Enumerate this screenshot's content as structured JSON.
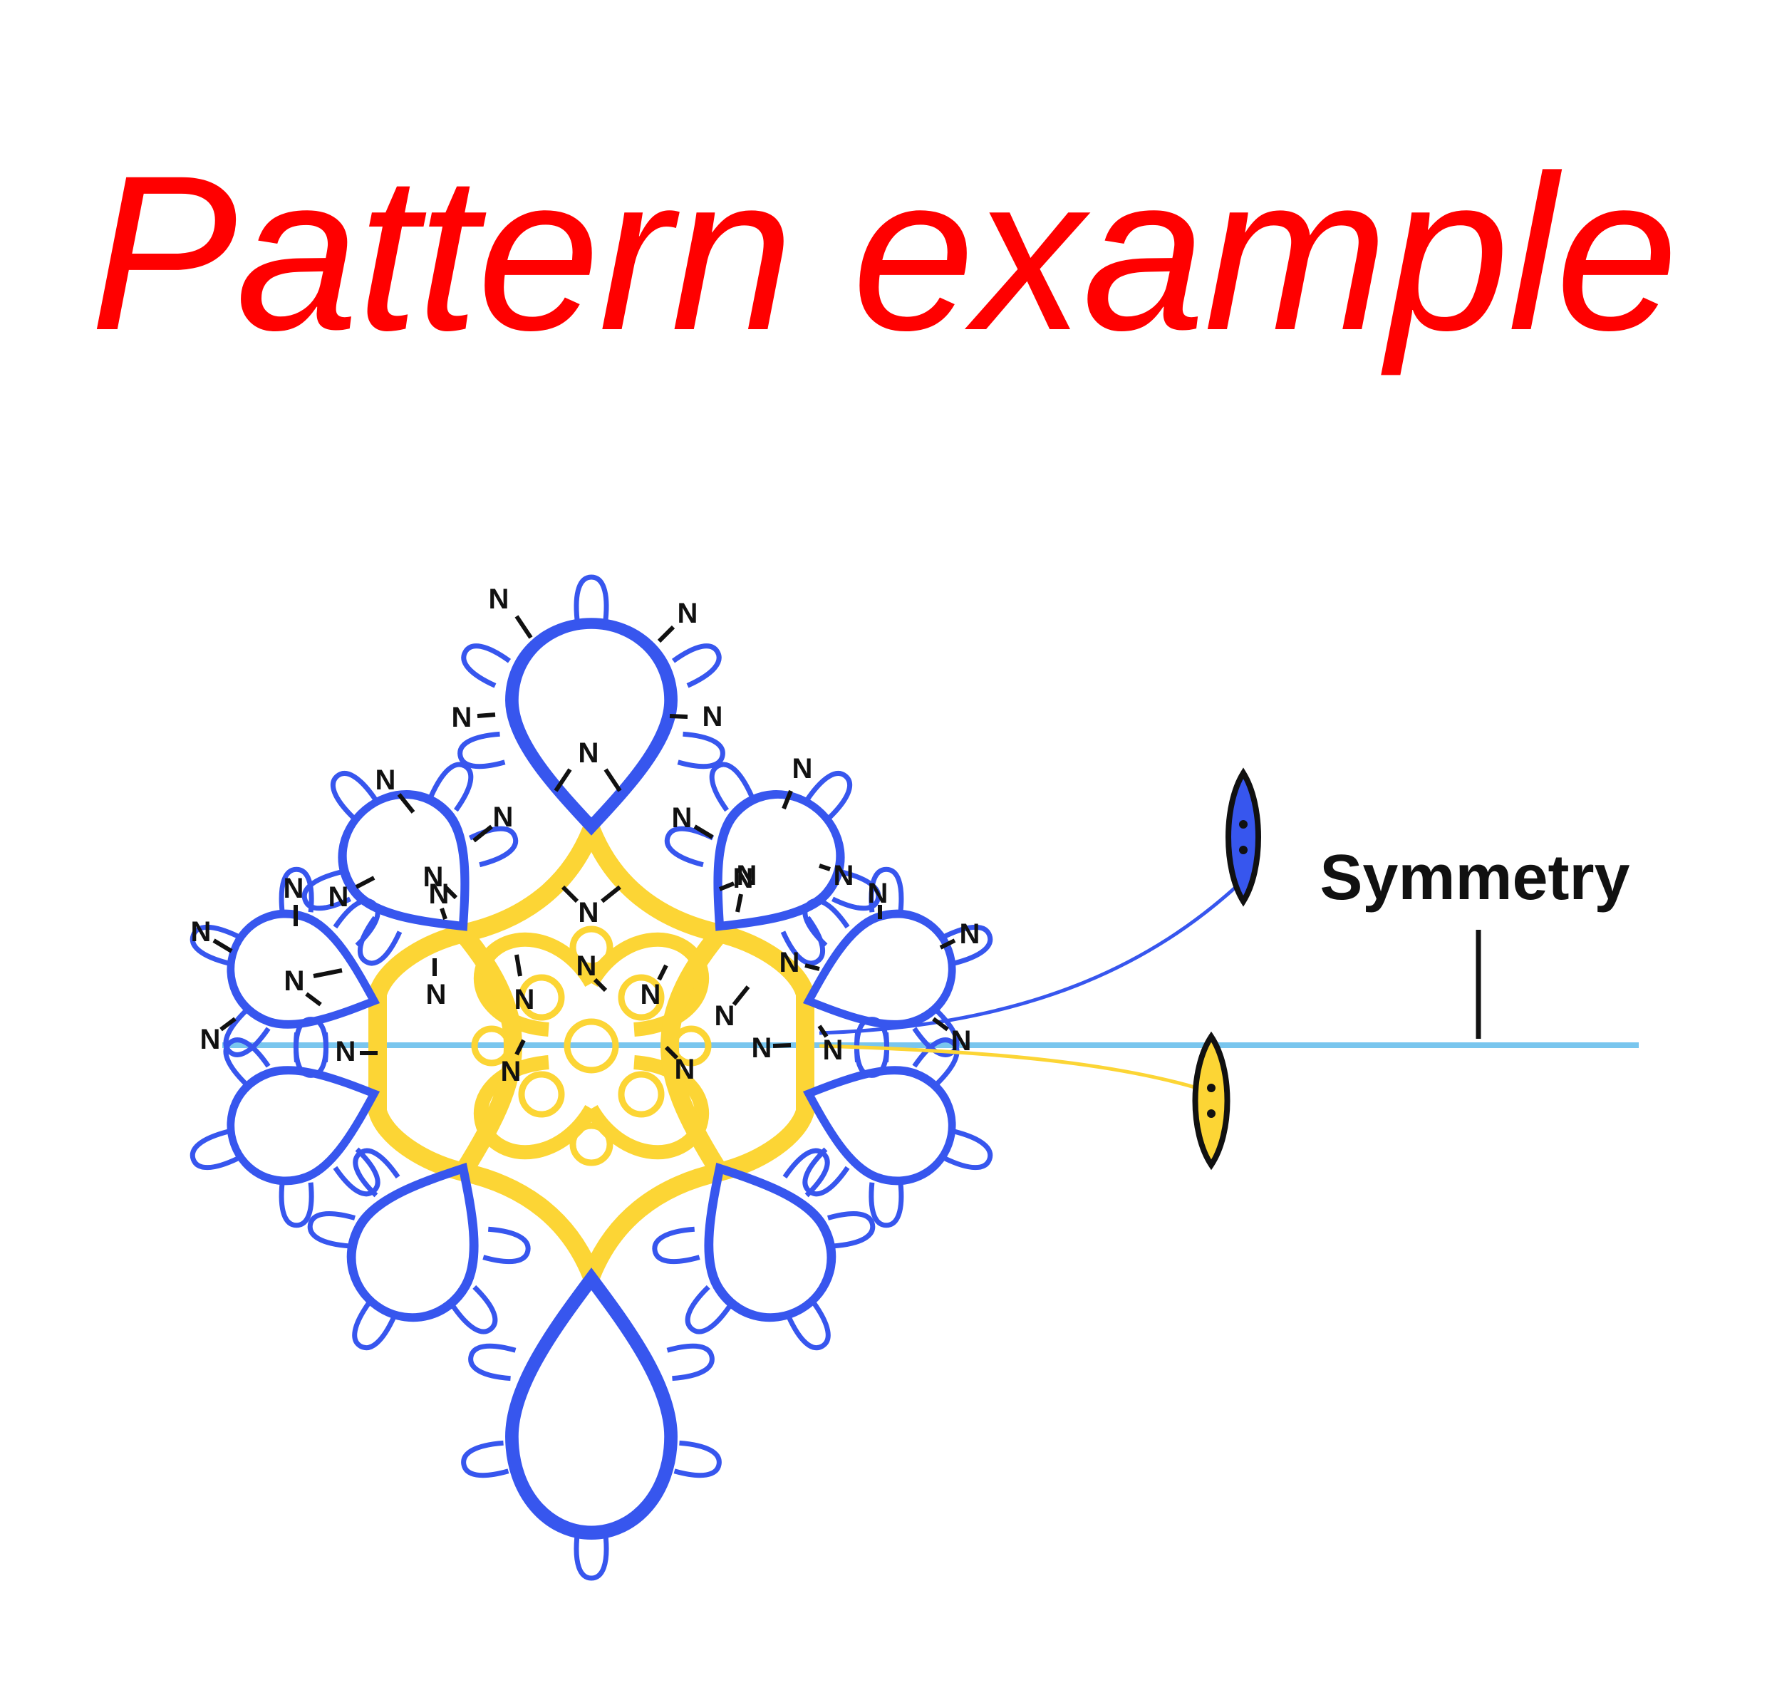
{
  "title": "Pattern example",
  "symmetry_label": "Symmetry",
  "node_label": "N",
  "colors": {
    "title": "#ff0000",
    "ring": "#3756ee",
    "chain": "#fcd535",
    "axis": "#79c6ee",
    "text": "#111111"
  },
  "shuttles": [
    {
      "name": "blue-shuttle",
      "color": "#3756ee"
    },
    {
      "name": "yellow-shuttle",
      "color": "#fcd535"
    }
  ]
}
